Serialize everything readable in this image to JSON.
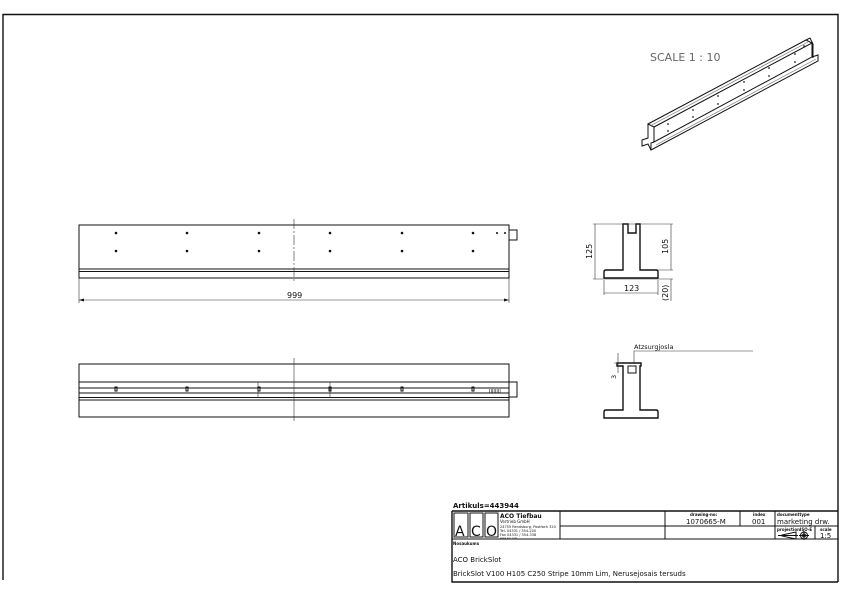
{
  "sheet": {
    "iso_view_scale_label": "SCALE 1 : 10",
    "front_view": {
      "length_dimension": "999"
    },
    "bottom_view": {
      "marking_text": "IIIIIIII"
    },
    "section_view": {
      "height_total": "125",
      "height_stem": "105",
      "base_width": "123",
      "base_thickness": "(20)"
    },
    "detail_view": {
      "callout_label": "Atzsurgjosla",
      "dimension": "3"
    }
  },
  "title_block": {
    "article": "Artikuls=443944",
    "company_name": "ACO Tiefbau",
    "company_sub": "Vertrieb GmbH",
    "company_address": "24755 Rendsburg, Postfach 320",
    "company_phone": "Tel. 04331 / 354-200",
    "company_fax": "Fax 04331 / 354-338",
    "company_web": "www.aco.com",
    "logo_letters": [
      "A",
      "C",
      "O"
    ],
    "drawing_no_label": "drawing-no:",
    "drawing_no": "1070665-M",
    "index_label": "index",
    "index": "001",
    "documenttype_label": "documenttype",
    "documenttype": "marketing drw.",
    "projection_label": "projectionISO-E",
    "scale_label": "scale",
    "scale": "1:5",
    "name_label": "Nosaukums",
    "name": "ACO BrickSlot",
    "description": "BrickSlot V100 H105 C250 Stripe 10mm Lim, Nerusejosais tersuds"
  }
}
